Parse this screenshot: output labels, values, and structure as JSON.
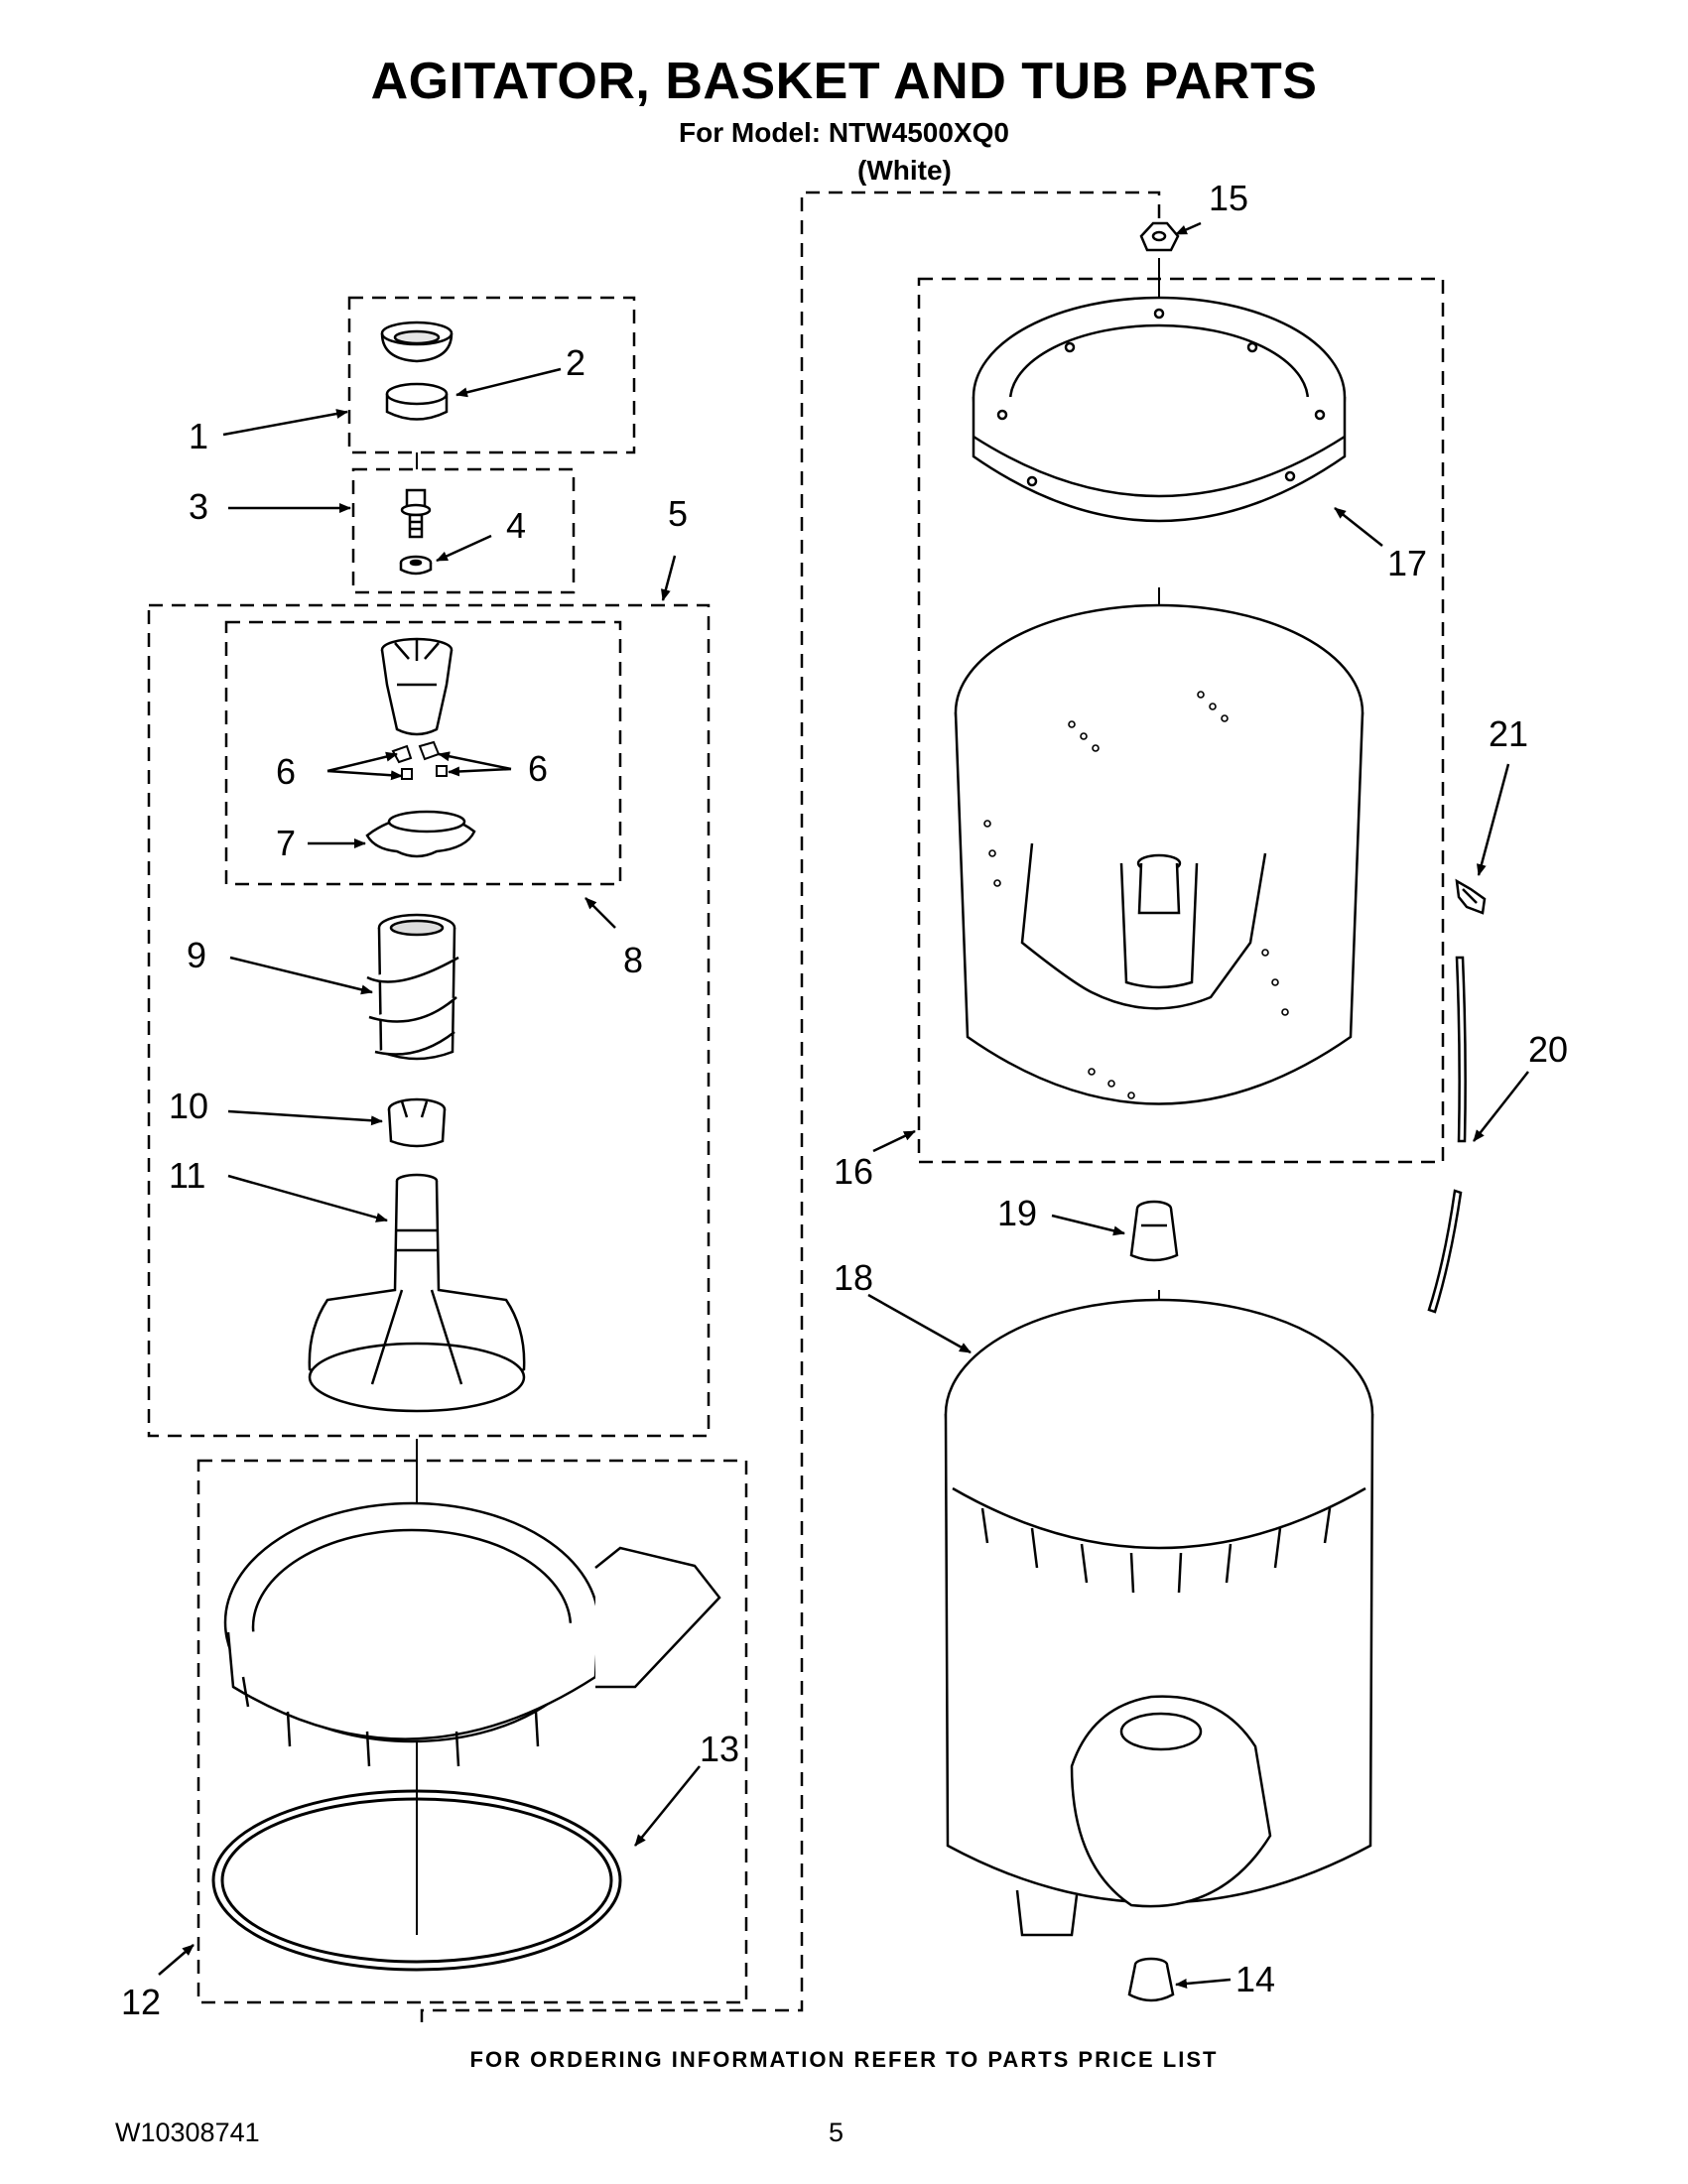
{
  "header": {
    "title": "AGITATOR, BASKET AND TUB PARTS",
    "model_line": "For Model: NTW4500XQ0",
    "color": "(White)"
  },
  "callouts": [
    "1",
    "2",
    "3",
    "4",
    "5",
    "6",
    "6",
    "7",
    "8",
    "9",
    "10",
    "11",
    "12",
    "13",
    "14",
    "15",
    "16",
    "17",
    "18",
    "19",
    "20",
    "21"
  ],
  "footer": {
    "ordering_note": "FOR ORDERING INFORMATION REFER TO PARTS PRICE LIST",
    "doc_number": "W10308741",
    "page_number": "5"
  },
  "colors": {
    "ink": "#000000",
    "background": "#ffffff"
  }
}
